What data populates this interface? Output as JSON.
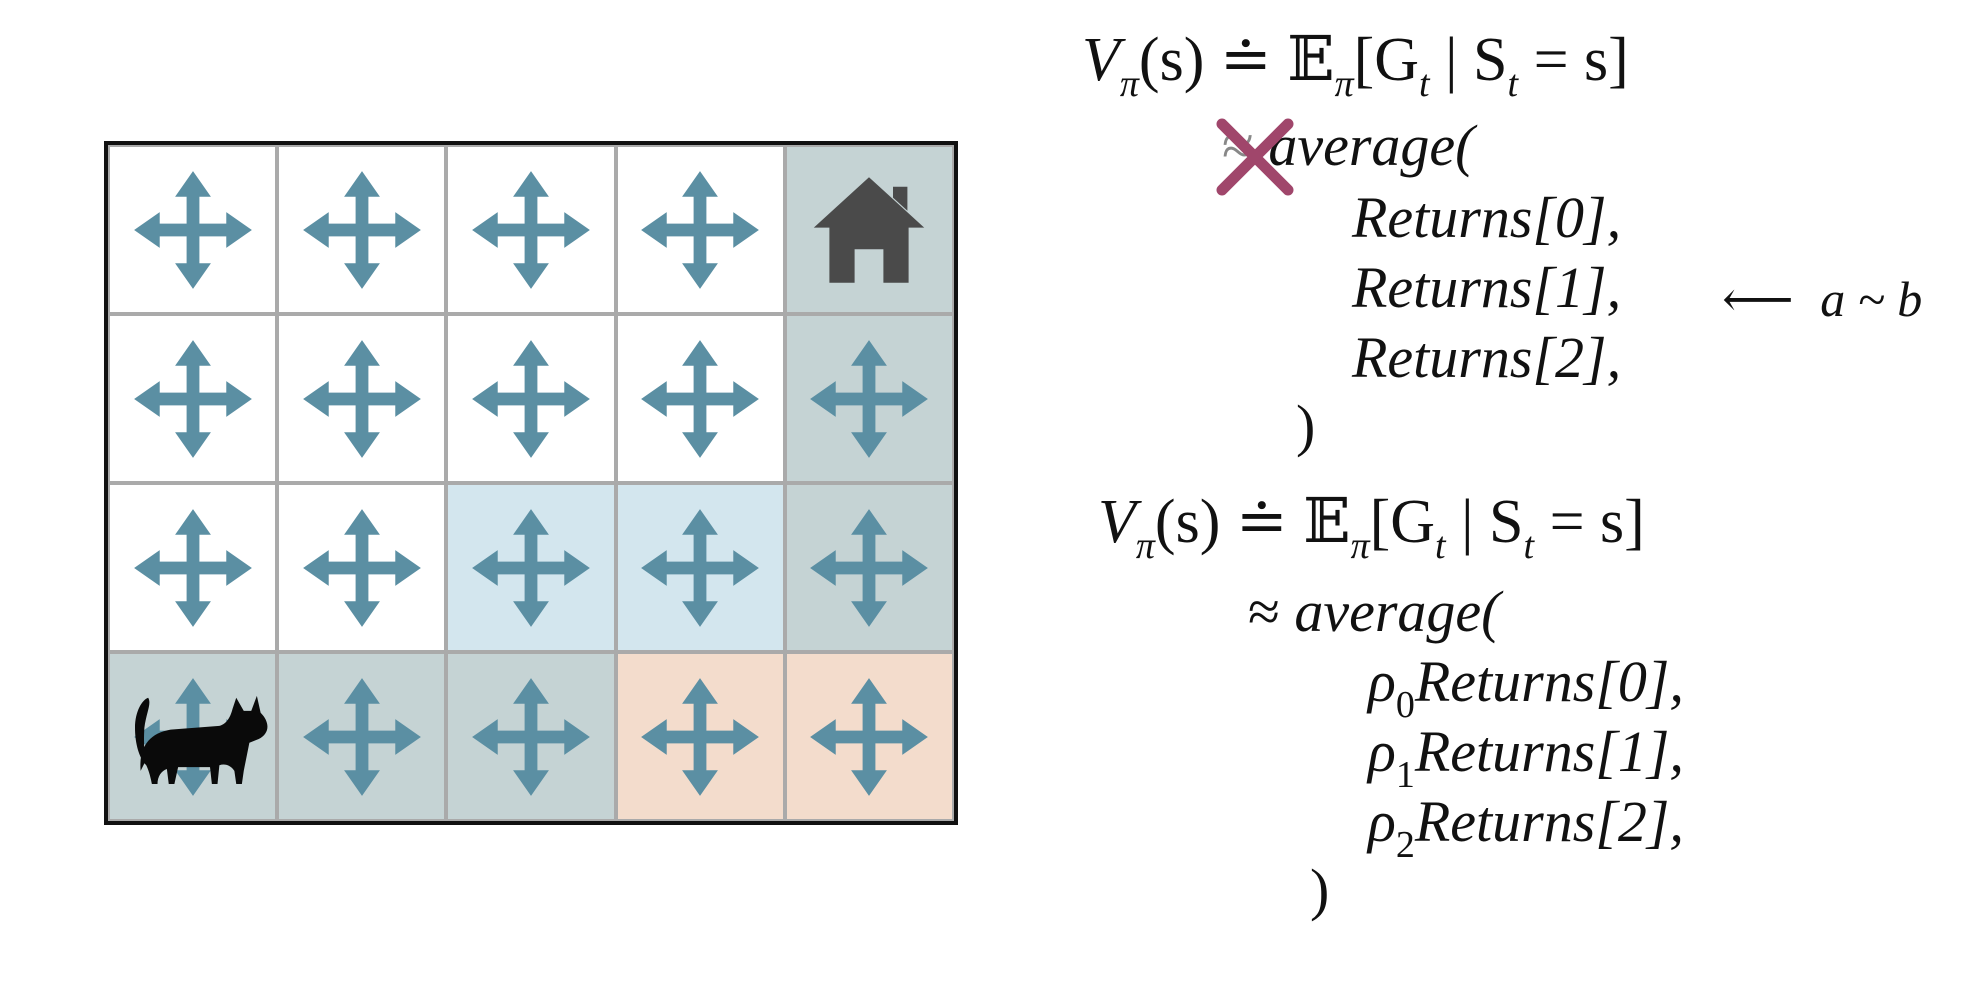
{
  "grid": {
    "rows": 4,
    "cols": 5,
    "colors": {
      "white": "#ffffff",
      "gray": "#c5d3d4",
      "blue": "#d3e6ee",
      "orange": "#f3dccc",
      "arrow": "#5b8fa3",
      "house": "#4a4a4a",
      "cat": "#0a0a0a"
    },
    "cells": [
      [
        "white",
        "white",
        "white",
        "white",
        "gray"
      ],
      [
        "white",
        "white",
        "white",
        "white",
        "gray"
      ],
      [
        "white",
        "white",
        "blue",
        "blue",
        "gray"
      ],
      [
        "gray",
        "gray",
        "gray",
        "orange",
        "orange"
      ]
    ],
    "home": {
      "row": 0,
      "col": 4,
      "icon": "house-icon"
    },
    "agent": {
      "row": 3,
      "col": 0,
      "icon": "cat-icon"
    }
  },
  "eq1": {
    "V": "V",
    "V_sub": "π",
    "arg": "(s) ≐ 𝔼",
    "E_sub": "π",
    "bracket": "[G",
    "t1": "t",
    "mid": " | S",
    "t2": "t",
    "end": " = s]",
    "approx": "≈",
    "avg": "average(",
    "returns": [
      "Returns[0],",
      "Returns[1],",
      "Returns[2],"
    ],
    "close": ")",
    "crossed": true
  },
  "annotation": {
    "arrow": "⟵",
    "text": "a ~ b"
  },
  "eq2": {
    "V": "V",
    "V_sub": "π",
    "arg": "(s) ≐ 𝔼",
    "E_sub": "π",
    "bracket": "[G",
    "t1": "t",
    "mid": " | S",
    "t2": "t",
    "end": " = s]",
    "approx": "≈",
    "avg": "average(",
    "weighted": [
      {
        "rho": "ρ",
        "sub": "0",
        "ret": "Returns[0],"
      },
      {
        "rho": "ρ",
        "sub": "1",
        "ret": "Returns[1],"
      },
      {
        "rho": "ρ",
        "sub": "2",
        "ret": "Returns[2],"
      }
    ],
    "close": ")"
  }
}
